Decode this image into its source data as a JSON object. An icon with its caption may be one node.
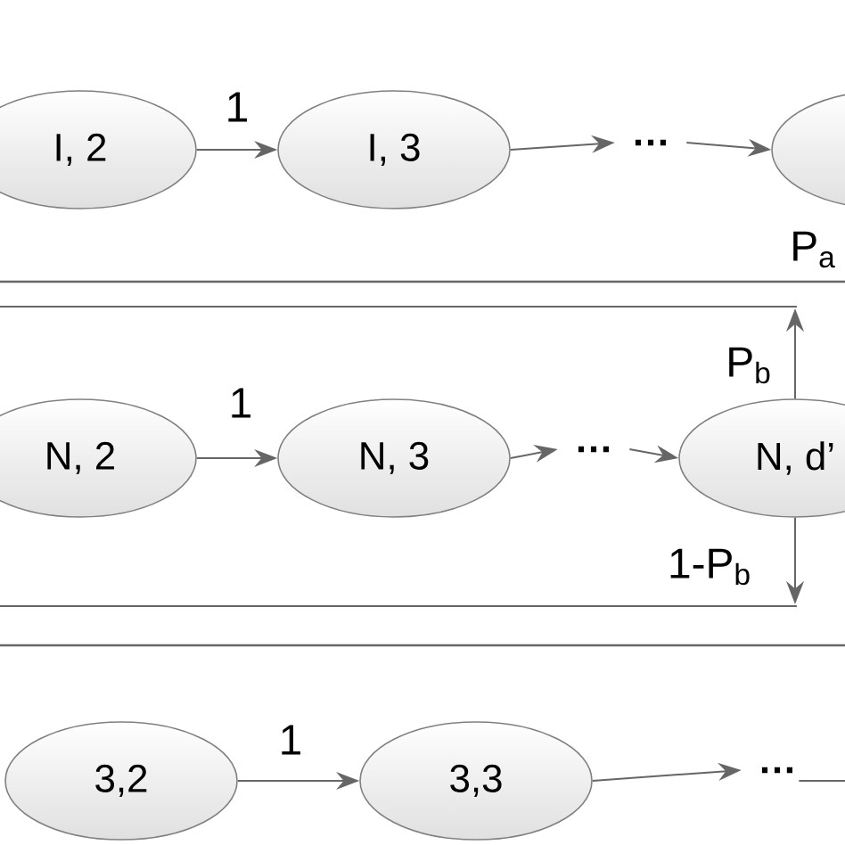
{
  "diagram": {
    "nodes": [
      {
        "text": [
          "I, 2"
        ]
      },
      {
        "text": [
          "I, 3"
        ]
      },
      {
        "text": [
          "…"
        ]
      },
      {
        "text": [],
        "shape": "ellipse",
        "beside": [
          "P$_{a}$"
        ]
      },
      {
        "text": [
          "N, 2"
        ]
      },
      {
        "text": [
          "N, 3"
        ]
      },
      {
        "text": [
          "…"
        ]
      },
      {
        "text": [
          "N, d’"
        ]
      },
      {
        "text": [
          "3,2"
        ]
      },
      {
        "text": [
          "3,3"
        ]
      },
      {
        "text": [
          "…"
        ]
      }
    ],
    "edges": [
      {
        "from": 0,
        "to": 1,
        "arrow": "to",
        "label": "1"
      },
      {
        "from": 1,
        "to": 2,
        "arrow": "to"
      },
      {
        "from": 2,
        "to": 3,
        "arrow": "to"
      },
      {
        "from": 4,
        "to": 5,
        "arrow": "to",
        "label": "1"
      },
      {
        "from": 5,
        "to": 6,
        "arrow": "to"
      },
      {
        "from": 6,
        "to": 7,
        "arrow": "to"
      },
      {
        "from": 7,
        "to": null,
        "arrow": "to",
        "label": "P$_{b}$"
      },
      {
        "from": 7,
        "to": null,
        "arrow": "to",
        "label": "1-P$_{b}$"
      },
      {
        "from": 8,
        "to": 9,
        "arrow": "to",
        "label": "1"
      },
      {
        "from": 9,
        "to": 10,
        "arrow": "to"
      },
      {
        "from": 10,
        "to": null,
        "arrow": "none"
      }
    ]
  }
}
